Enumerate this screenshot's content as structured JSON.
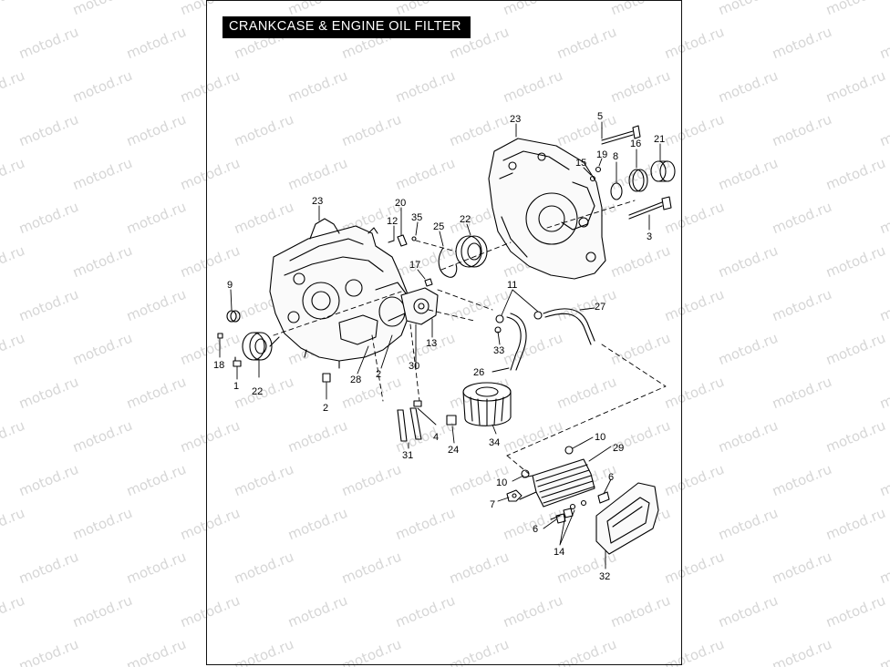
{
  "title": "CRANKCASE & ENGINE OIL FILTER",
  "watermark": "motod.ru",
  "callouts": [
    {
      "id": "c5",
      "text": "5"
    },
    {
      "id": "c23a",
      "text": "23"
    },
    {
      "id": "c16",
      "text": "16"
    },
    {
      "id": "c21",
      "text": "21"
    },
    {
      "id": "c19",
      "text": "19"
    },
    {
      "id": "c8",
      "text": "8"
    },
    {
      "id": "c15",
      "text": "15"
    },
    {
      "id": "c3",
      "text": "3"
    },
    {
      "id": "c23b",
      "text": "23"
    },
    {
      "id": "c20",
      "text": "20"
    },
    {
      "id": "c12",
      "text": "12"
    },
    {
      "id": "c35",
      "text": "35"
    },
    {
      "id": "c25",
      "text": "25"
    },
    {
      "id": "c22a",
      "text": "22"
    },
    {
      "id": "c17",
      "text": "17"
    },
    {
      "id": "c9",
      "text": "9"
    },
    {
      "id": "c11",
      "text": "11"
    },
    {
      "id": "c27",
      "text": "27"
    },
    {
      "id": "c13",
      "text": "13"
    },
    {
      "id": "c33",
      "text": "33"
    },
    {
      "id": "c18",
      "text": "18"
    },
    {
      "id": "c1",
      "text": "1"
    },
    {
      "id": "c22b",
      "text": "22"
    },
    {
      "id": "c2a",
      "text": "2"
    },
    {
      "id": "c28",
      "text": "28"
    },
    {
      "id": "c2b",
      "text": "2"
    },
    {
      "id": "c30",
      "text": "30"
    },
    {
      "id": "c26",
      "text": "26"
    },
    {
      "id": "c4",
      "text": "4"
    },
    {
      "id": "c24",
      "text": "24"
    },
    {
      "id": "c34",
      "text": "34"
    },
    {
      "id": "c31",
      "text": "31"
    },
    {
      "id": "c10a",
      "text": "10"
    },
    {
      "id": "c29",
      "text": "29"
    },
    {
      "id": "c10b",
      "text": "10"
    },
    {
      "id": "c6a",
      "text": "6"
    },
    {
      "id": "c7",
      "text": "7"
    },
    {
      "id": "c6b",
      "text": "6"
    },
    {
      "id": "c14",
      "text": "14"
    },
    {
      "id": "c32",
      "text": "32"
    }
  ]
}
